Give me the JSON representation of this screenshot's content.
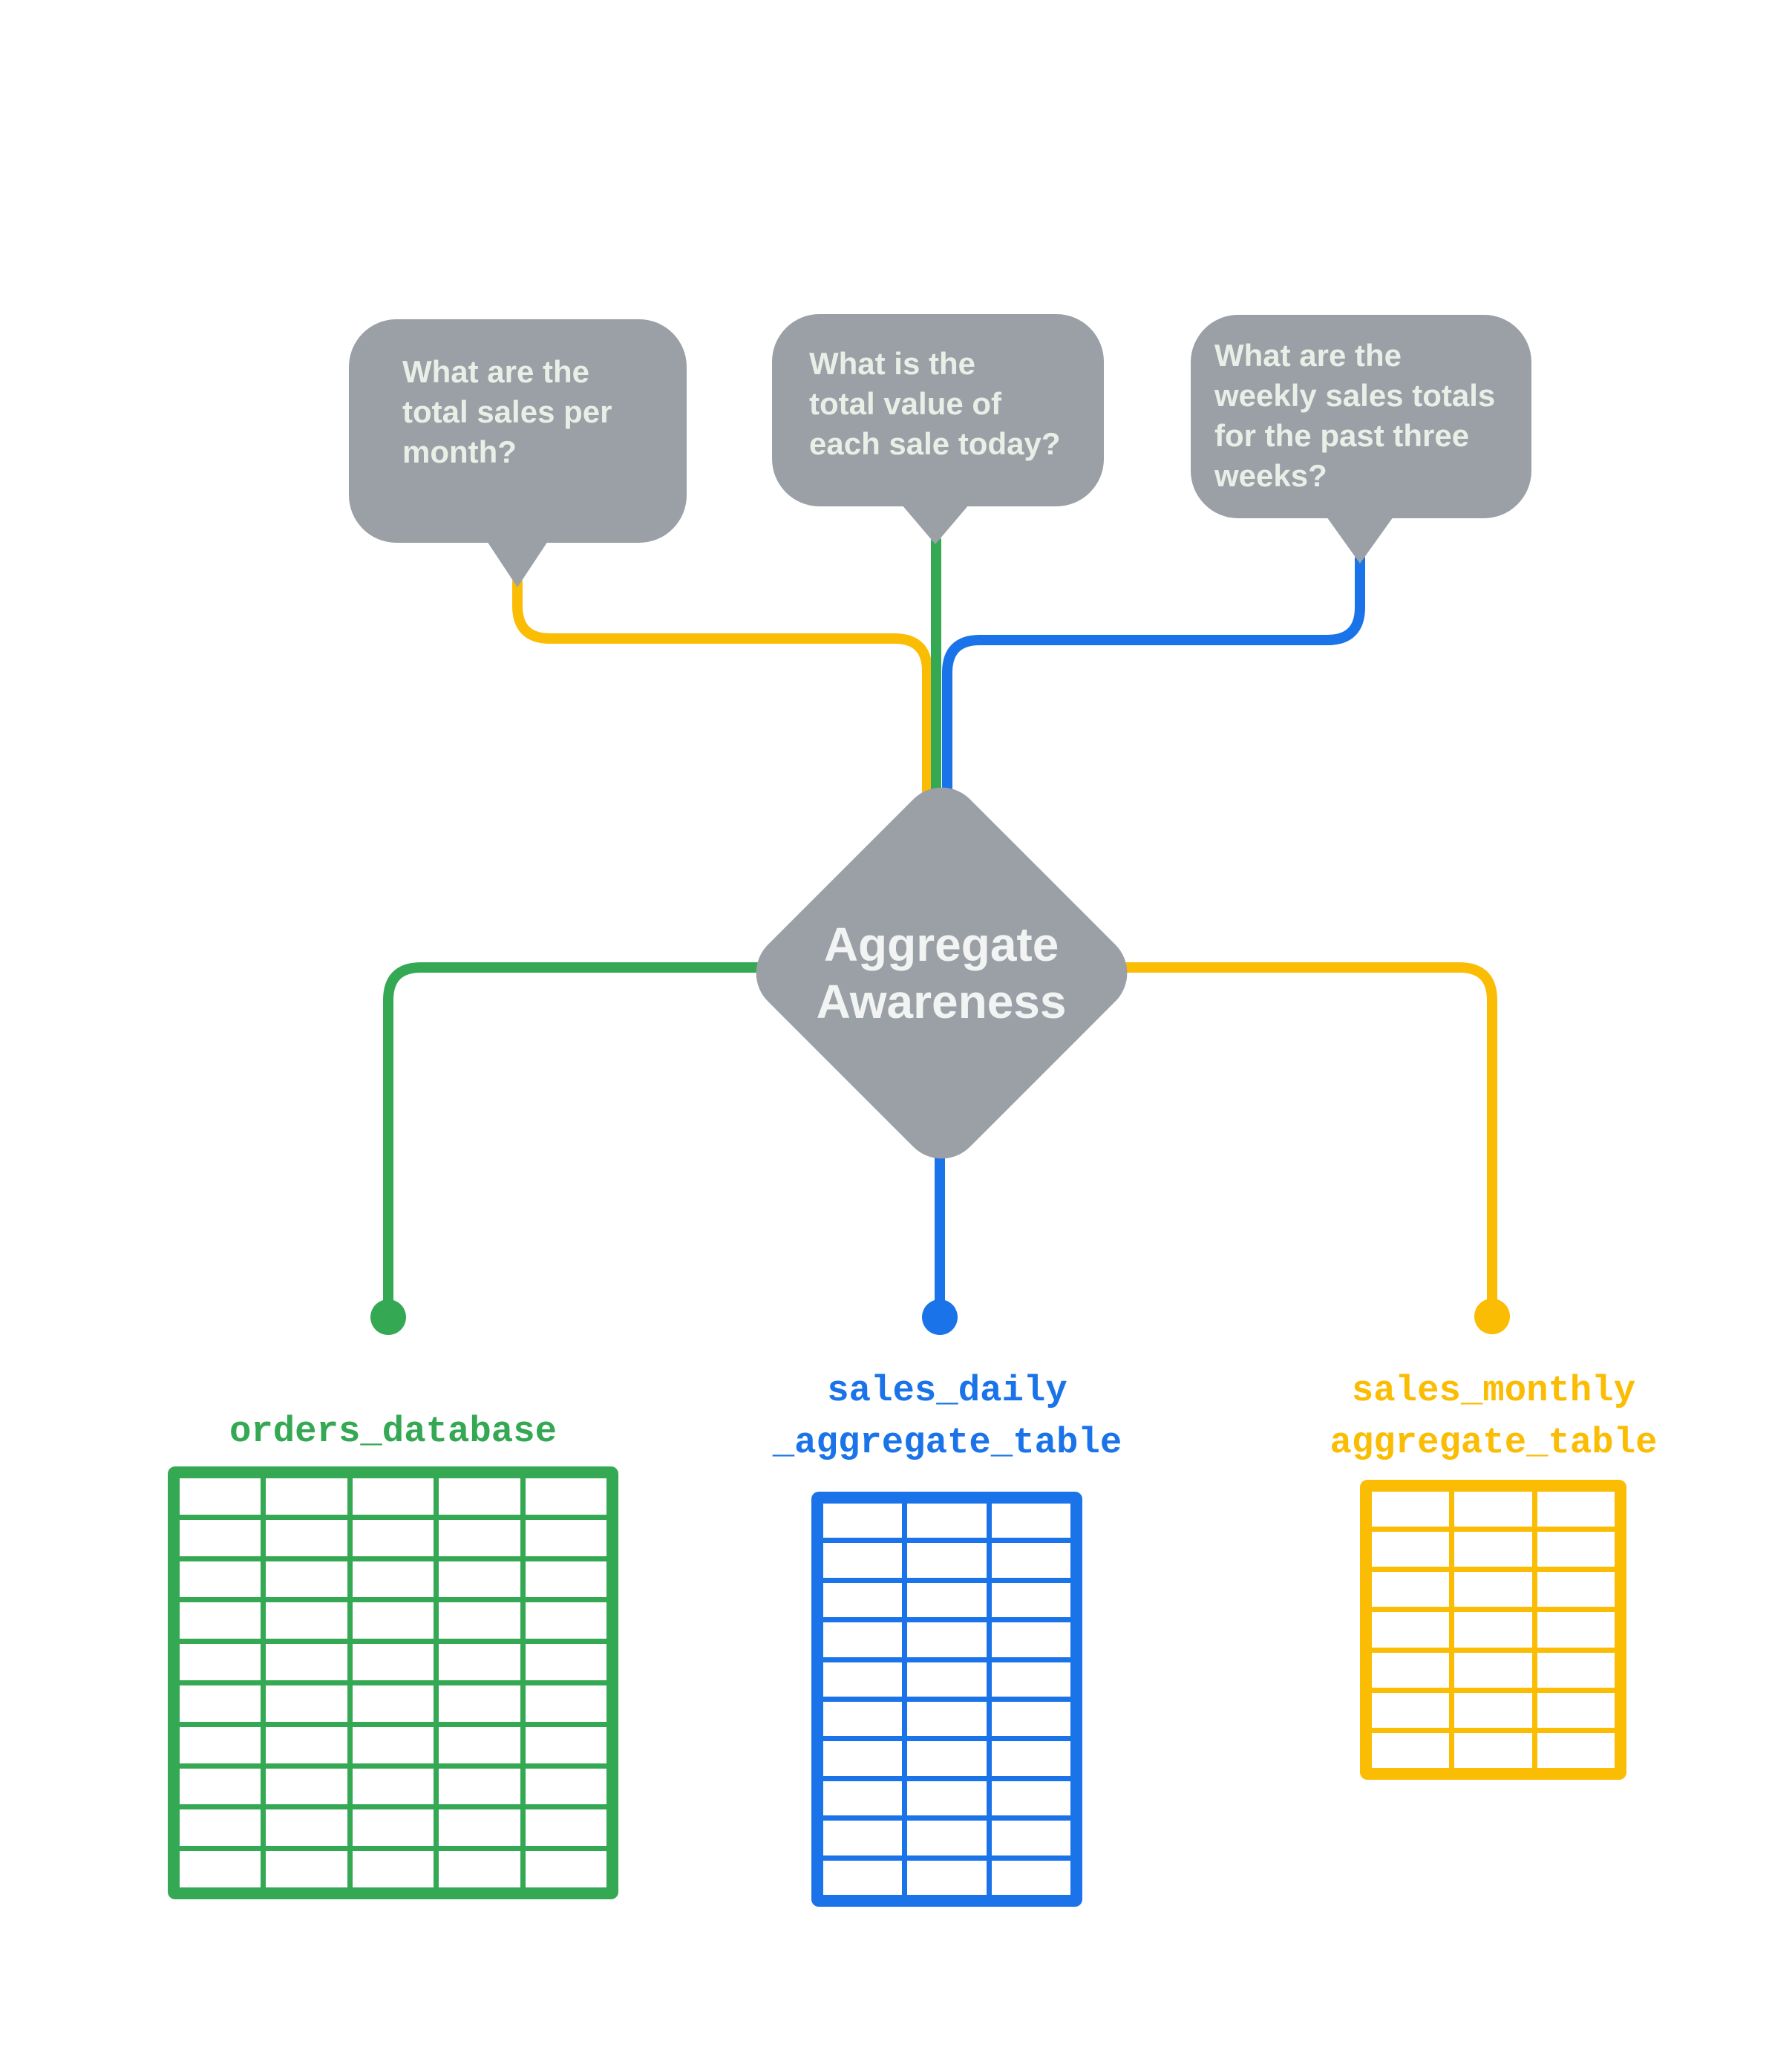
{
  "colors": {
    "gray": "#9AA0A6",
    "green": "#34A853",
    "blue": "#1A73E8",
    "yellow": "#FBBC04",
    "bubble_text": "#E7F0E7",
    "diamond_text": "#F2F4F4",
    "background": "#FFFFFF"
  },
  "bubbles": [
    {
      "id": "question-1",
      "lines": [
        "What are the",
        "total sales per",
        "month?"
      ],
      "connector_color": "yellow"
    },
    {
      "id": "question-2",
      "lines": [
        "What is the",
        "total value of",
        "each sale today?"
      ],
      "connector_color": "green"
    },
    {
      "id": "question-3",
      "lines": [
        "What are the",
        "weekly sales totals",
        "for the past three",
        "weeks?"
      ],
      "connector_color": "blue"
    }
  ],
  "diamond": {
    "lines": [
      "Aggregate",
      "Awareness"
    ]
  },
  "tables": [
    {
      "id": "orders-database",
      "label_lines": [
        "orders_database"
      ],
      "color": "green",
      "columns": 5,
      "rows": 10
    },
    {
      "id": "sales-daily-aggregate-table",
      "label_lines": [
        "sales_daily",
        "_aggregate_table"
      ],
      "color": "blue",
      "columns": 3,
      "rows": 10
    },
    {
      "id": "sales-monthly-aggregate-table",
      "label_lines": [
        "sales_monthly",
        "aggregate_table"
      ],
      "color": "yellow",
      "columns": 3,
      "rows": 7
    }
  ]
}
